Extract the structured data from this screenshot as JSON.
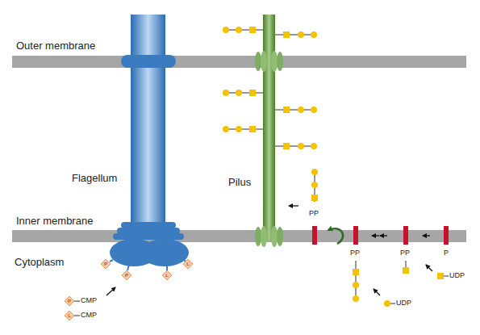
{
  "diagram": {
    "nodes": [
      {
        "text": [
          "P"
        ]
      },
      {
        "text": [
          "P"
        ]
      },
      {
        "text": [
          "L"
        ]
      },
      {
        "text": [
          "L"
        ]
      },
      {
        "text": [
          "P"
        ]
      },
      {
        "text": [
          "L"
        ]
      }
    ],
    "labels": [
      "Outer membrane",
      "Flagellum",
      "Pilus",
      "PP",
      "Inner membrane",
      "Cytoplasm",
      "PP",
      "PP",
      "P",
      "UDP",
      "UDP",
      "CMP",
      "CMP"
    ]
  }
}
